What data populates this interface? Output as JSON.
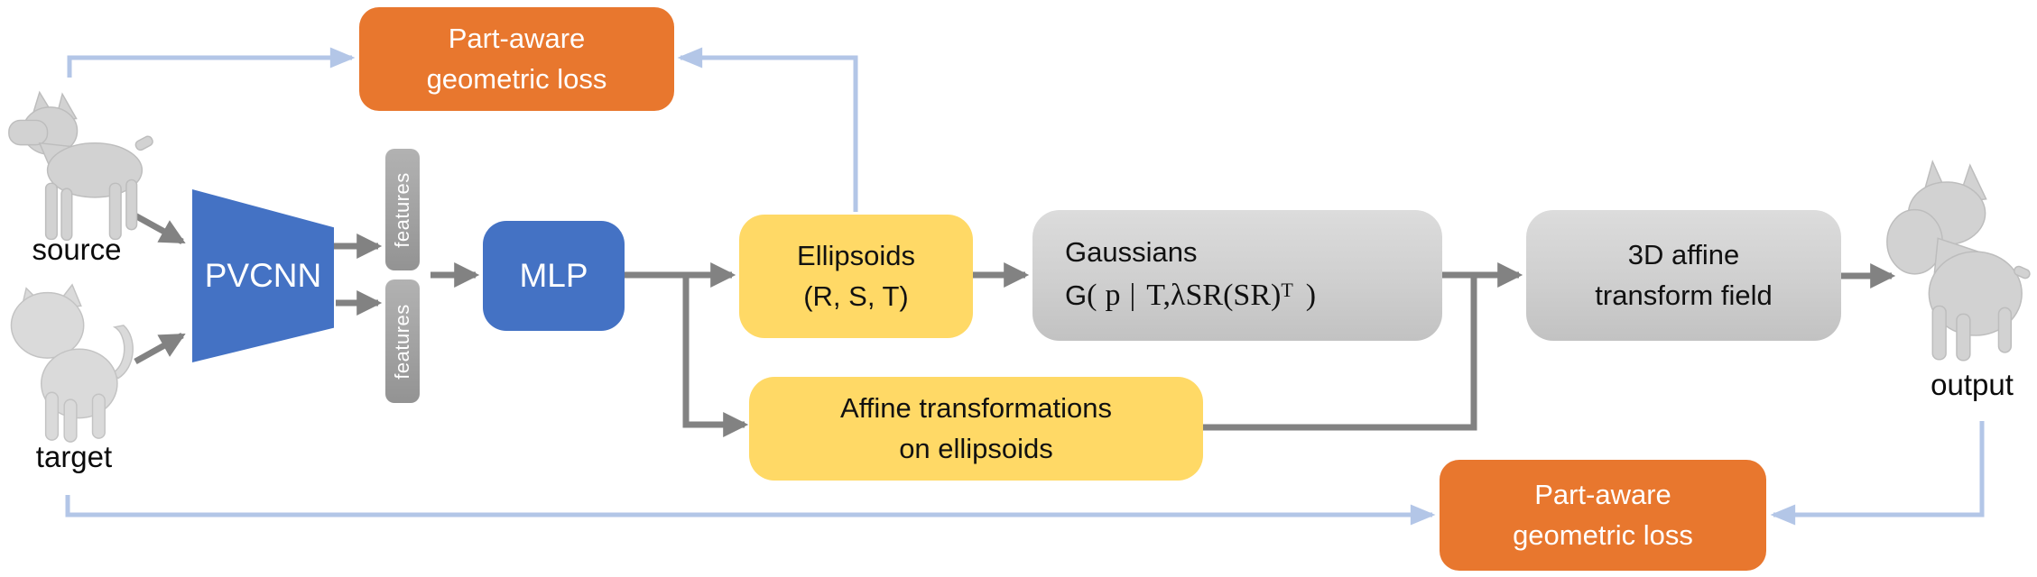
{
  "nodes": {
    "loss_top": {
      "line1": "Part-aware",
      "line2": "geometric loss"
    },
    "loss_bottom": {
      "line1": "Part-aware",
      "line2": "geometric loss"
    },
    "pvcnn": {
      "label": "PVCNN"
    },
    "features_top": {
      "label": "features"
    },
    "features_bottom": {
      "label": "features"
    },
    "mlp": {
      "label": "MLP"
    },
    "ellipsoids": {
      "line1": "Ellipsoids",
      "line2": "(R, S, T)"
    },
    "gaussians": {
      "title": "Gaussians",
      "formula": {
        "func": "G",
        "open": "(",
        "arg": "p",
        "bar": "|",
        "params": "T,λSR(SR)",
        "sup": "T",
        "close": ")"
      }
    },
    "transform_field": {
      "line1": "3D affine",
      "line2": "transform field"
    },
    "affine_on_ellipsoids": {
      "line1": "Affine transformations",
      "line2": "on ellipsoids"
    }
  },
  "io_labels": {
    "source": "source",
    "target": "target",
    "output": "output"
  },
  "icons": {
    "source_mesh": "dog-mesh",
    "target_mesh": "cat-mesh",
    "output_mesh": "dog-mesh"
  },
  "colors": {
    "loss_orange": "#E8772E",
    "block_yellow": "#FFD966",
    "block_blue": "#4472C4",
    "block_gray": "#D6D6D6",
    "feature_gray": "#A6A6A6",
    "flow_arrow_gray": "#828282",
    "loss_arrow_blue": "#B3C6E7",
    "mesh_gray": "#D2D2D2"
  }
}
